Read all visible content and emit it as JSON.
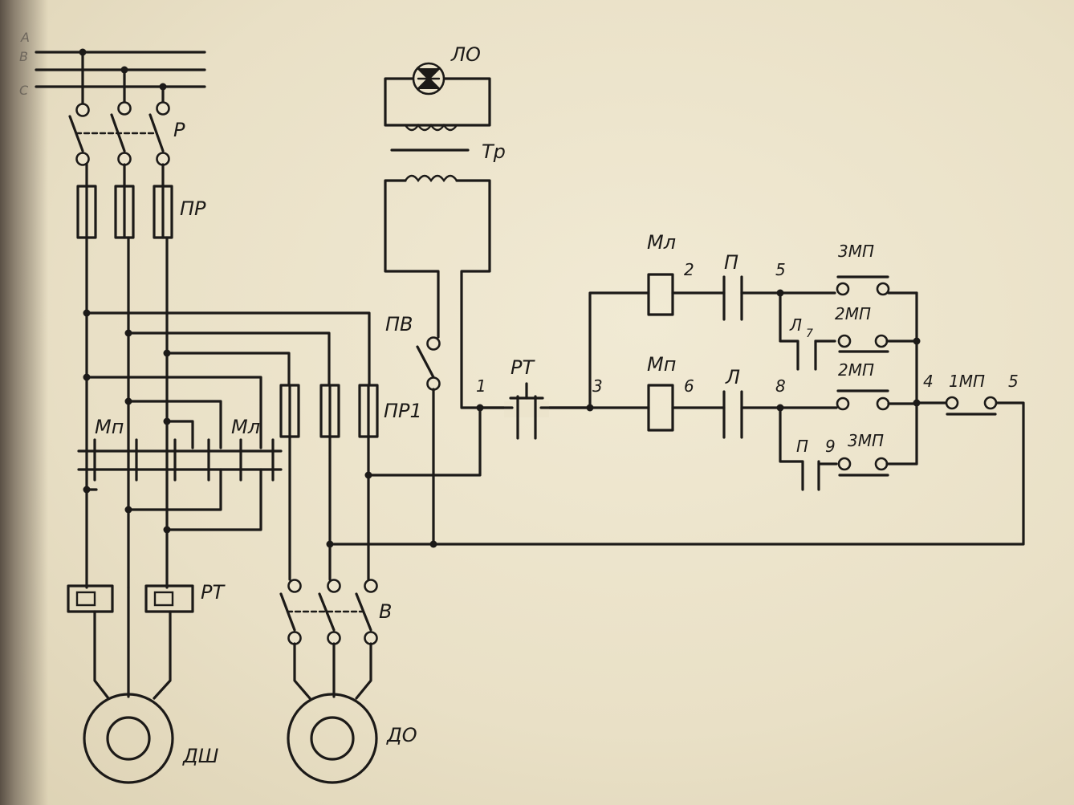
{
  "diagram": {
    "lines": {
      "a": "A",
      "b": "B",
      "c": "C"
    },
    "labels": {
      "main_switch": "Р",
      "fuses_main": "ПР",
      "fuses_pump": "ПР1",
      "contactor_left_forward": "Мл",
      "contactor_left_reverse": "Мп",
      "thermal_relay_power": "РТ",
      "pump_switch": "В",
      "spindle_motor": "ДШ",
      "pump_motor": "ДО",
      "lamp": "ЛО",
      "transformer": "Тр",
      "control_switch": "ПВ",
      "thermal_relay_contact": "РТ",
      "coil_forward": "Мл",
      "coil_reverse": "Мп",
      "interlock_top": "П",
      "interlock_bottom": "Л",
      "aux_contact_l7": "Л",
      "aux_contact_l7_sub": "7",
      "aux_contact_p": "П",
      "button_3mp_top": "3МП",
      "button_2mp_top": "2МП",
      "button_2mp_bottom": "2МП",
      "button_3mp_bottom": "3МП",
      "button_1mp": "1МП"
    },
    "nodes": {
      "n1": "1",
      "n2": "2",
      "n3": "3",
      "n4": "4",
      "n5_top": "5",
      "n5_right": "5",
      "n6": "6",
      "n8": "8",
      "n9": "9"
    }
  }
}
